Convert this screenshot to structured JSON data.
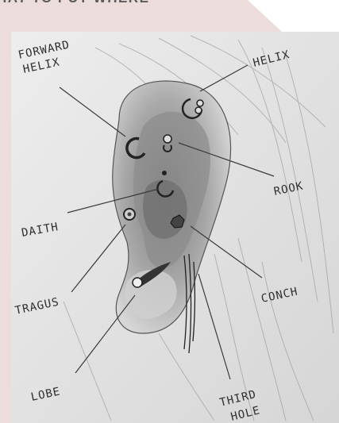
{
  "header": {
    "title": "HAT TO PUT WHERE"
  },
  "labels": {
    "forward_helix_line1": "FORWARD",
    "forward_helix_line2": "HELIX",
    "helix": "HELIX",
    "rook": "ROOK",
    "daith": "DAITH",
    "tragus": "TRAGUS",
    "conch": "CONCH",
    "lobe": "LOBE",
    "third_hole_line1": "THIRD",
    "third_hole_line2": "HOLE"
  },
  "colors": {
    "pink_background": "#ecdcdc",
    "ink": "#2f2f2f",
    "ear_shade": "#9a9a9a"
  }
}
